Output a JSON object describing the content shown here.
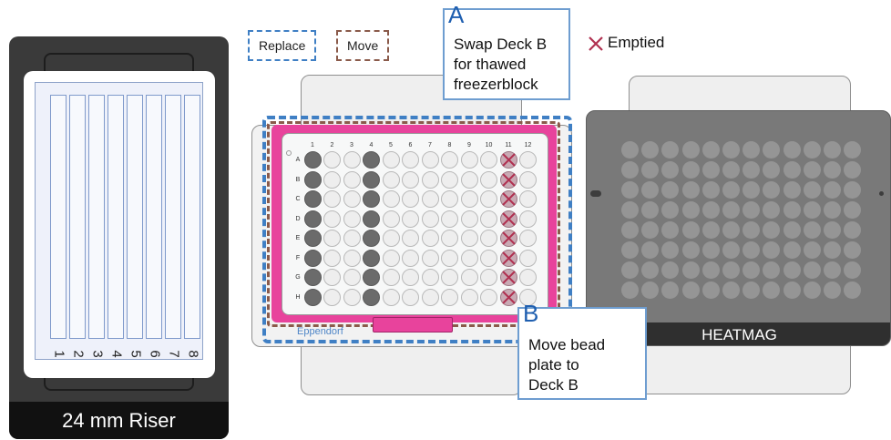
{
  "legend": {
    "replace_label": "Replace",
    "move_label": "Move",
    "emptied_label": "Emptied",
    "replace_color": "#3f7fc4",
    "move_color": "#8a5a4a",
    "emptied_color": "#b03050"
  },
  "riser": {
    "label": "24 mm Riser",
    "lanes": [
      "1",
      "2",
      "3",
      "4",
      "5",
      "6",
      "7",
      "8"
    ]
  },
  "callout_a": {
    "letter": "A",
    "text": "Swap Deck B\nfor thawed\nfreezerblock"
  },
  "callout_b": {
    "letter": "B",
    "text": "Move bead\nplate to\nDeck B"
  },
  "plate": {
    "brand": "Eppendorf",
    "columns": [
      "1",
      "2",
      "3",
      "4",
      "5",
      "6",
      "7",
      "8",
      "9",
      "10",
      "11",
      "12"
    ],
    "rows": [
      "A",
      "B",
      "C",
      "D",
      "E",
      "F",
      "G",
      "H"
    ],
    "filled_columns": [
      "1",
      "4"
    ],
    "emptied_columns": [
      "11"
    ],
    "accent_color": "#e8439c"
  },
  "heatmag": {
    "label": "HEATMAG"
  }
}
